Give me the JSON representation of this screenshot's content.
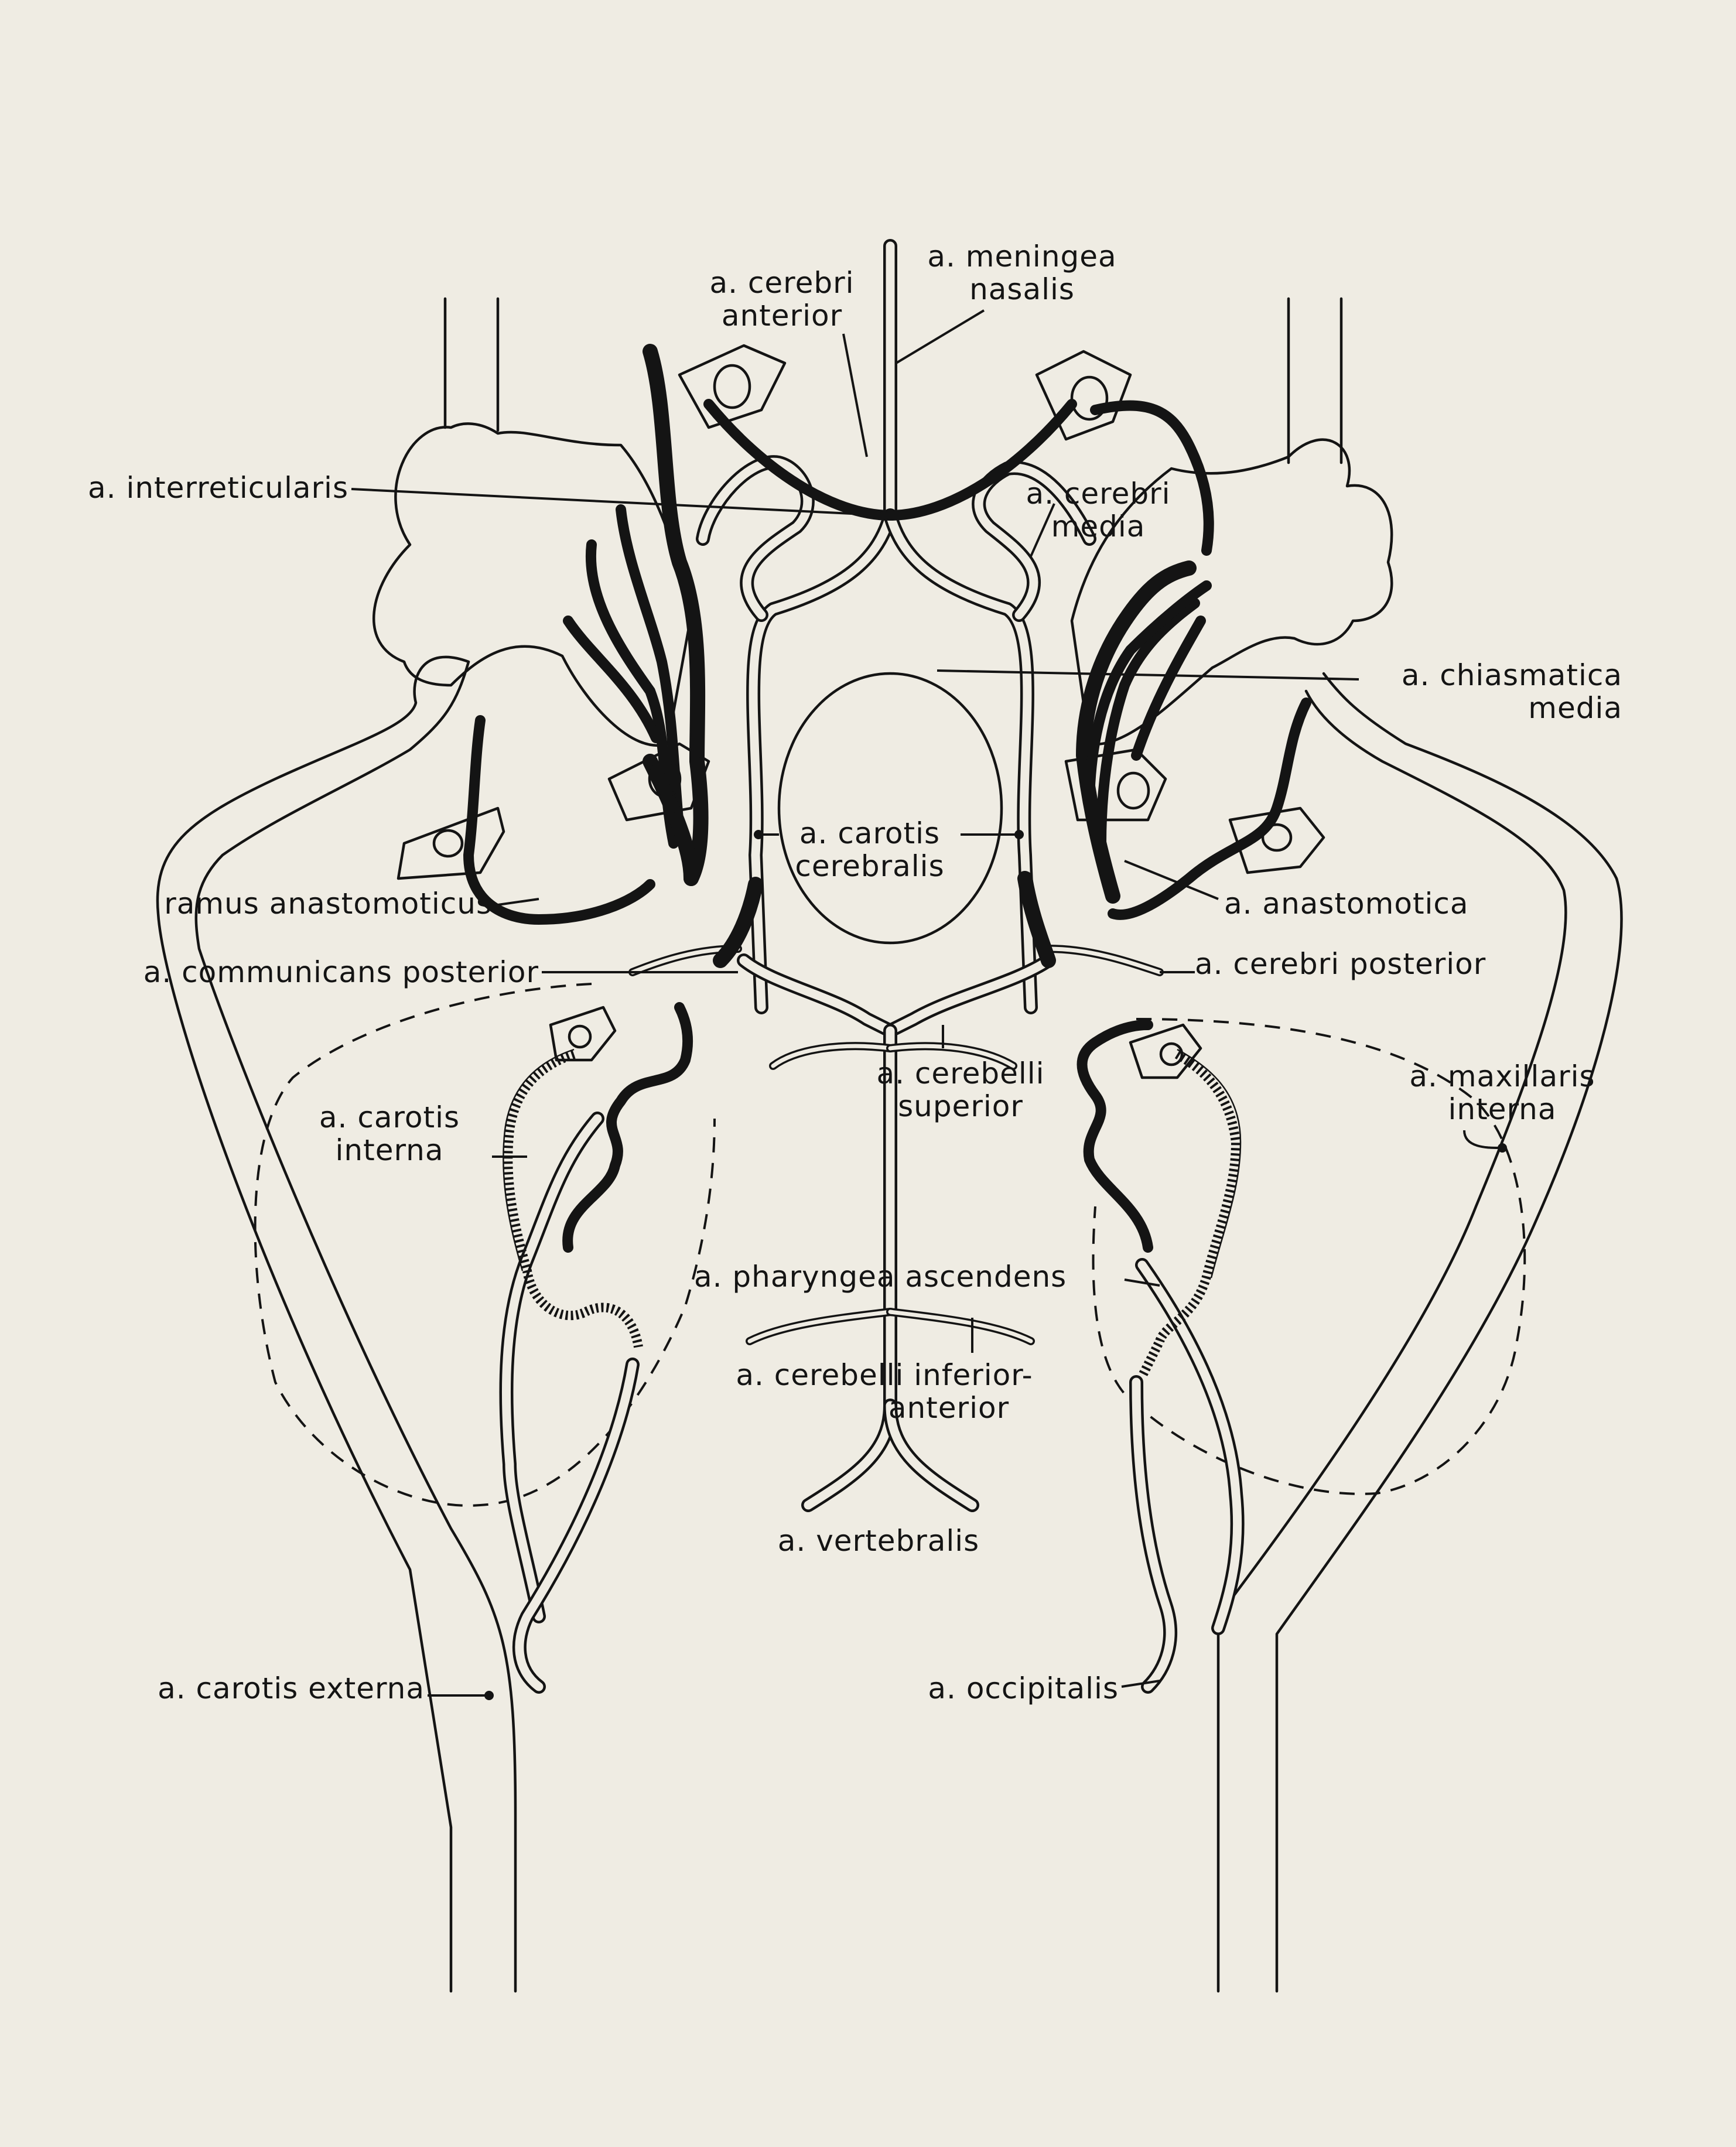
{
  "labels": {
    "cerebri_anterior": [
      "a. cerebri",
      "anterior"
    ],
    "meningea_nasalis": [
      "a. meningea",
      "nasalis"
    ],
    "interreticularis": "a. interreticularis",
    "cerebri_media": [
      "a. cerebri",
      "media"
    ],
    "chiasmatica_media": [
      "a. chiasmatica",
      "media"
    ],
    "carotis_cerebralis": [
      "a. carotis",
      "cerebralis"
    ],
    "ramus_anastomoticus": "ramus anastomoticus",
    "anastomotica": "a. anastomotica",
    "communicans_posterior": "a. communicans posterior",
    "cerebri_posterior": "a. cerebri posterior",
    "carotis_interna": [
      "a. carotis",
      "interna"
    ],
    "cerebelli_superior": [
      "a. cerebelli",
      "superior"
    ],
    "maxillaris_interna": [
      "a. maxillaris",
      "interna"
    ],
    "pharyngea_ascendens": "a. pharyngea ascendens",
    "cerebelli_inferior_anterior": [
      "a. cerebelli  inferior-",
      "anterior"
    ],
    "vertebralis": "a. vertebralis",
    "carotis_externa": "a. carotis externa",
    "occipitalis": "a. occipitalis"
  }
}
